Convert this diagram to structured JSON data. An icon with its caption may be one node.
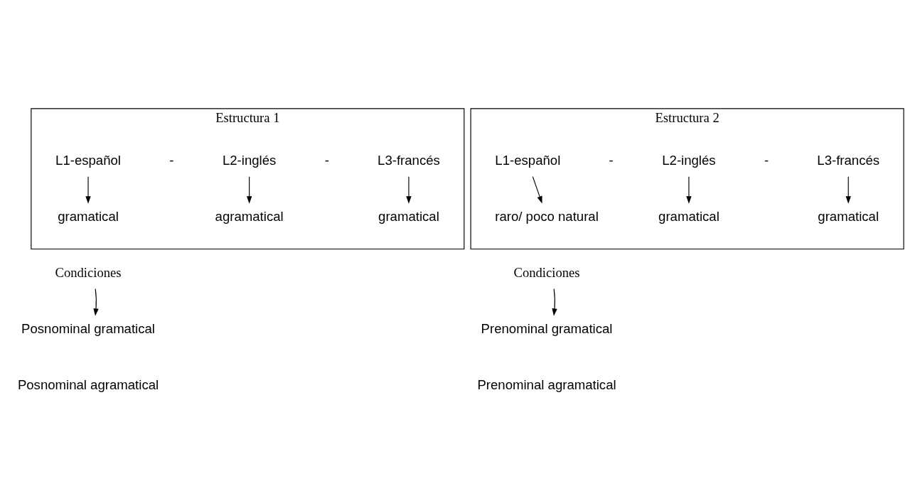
{
  "diagram": {
    "nodes": [
      {
        "text": [
          "Estructura 1"
        ]
      },
      {
        "text": [
          "L1-español"
        ],
        "in": 0
      },
      {
        "text": [
          "L2-inglés"
        ],
        "in": 0
      },
      {
        "text": [
          "L3-francés"
        ],
        "in": 0
      },
      {
        "text": [
          "gramatical"
        ],
        "in": 0
      },
      {
        "text": [
          "agramatical"
        ],
        "in": 0
      },
      {
        "text": [
          "gramatical"
        ],
        "in": 0
      },
      {
        "text": [
          "Estructura 2"
        ]
      },
      {
        "text": [
          "L1-español"
        ],
        "in": 7
      },
      {
        "text": [
          "L2-inglés"
        ],
        "in": 7
      },
      {
        "text": [
          "L3-francés"
        ],
        "in": 7
      },
      {
        "text": [
          "raro/ poco natural"
        ],
        "in": 7
      },
      {
        "text": [
          "gramatical"
        ],
        "in": 7
      },
      {
        "text": [
          "gramatical"
        ],
        "in": 7
      },
      {
        "text": [
          "Condiciones"
        ]
      },
      {
        "text": [
          "Posnominal gramatical"
        ]
      },
      {
        "text": [
          "Posnominal agramatical"
        ]
      },
      {
        "text": [
          "Condiciones"
        ]
      },
      {
        "text": [
          "Prenominal gramatical"
        ]
      },
      {
        "text": [
          "Prenominal agramatical"
        ]
      }
    ],
    "edges": [
      {
        "from": 1,
        "to": 4,
        "arrow": "to"
      },
      {
        "from": 2,
        "to": 5,
        "arrow": "to"
      },
      {
        "from": 3,
        "to": 6,
        "arrow": "to"
      },
      {
        "from": 8,
        "to": 11,
        "arrow": "to"
      },
      {
        "from": 9,
        "to": 12,
        "arrow": "to"
      },
      {
        "from": 10,
        "to": 13,
        "arrow": "to"
      },
      {
        "from": 14,
        "to": 15,
        "arrow": "to"
      },
      {
        "from": 17,
        "to": 18,
        "arrow": "to"
      }
    ],
    "labels": [
      "-",
      "-",
      "-",
      "-"
    ]
  }
}
